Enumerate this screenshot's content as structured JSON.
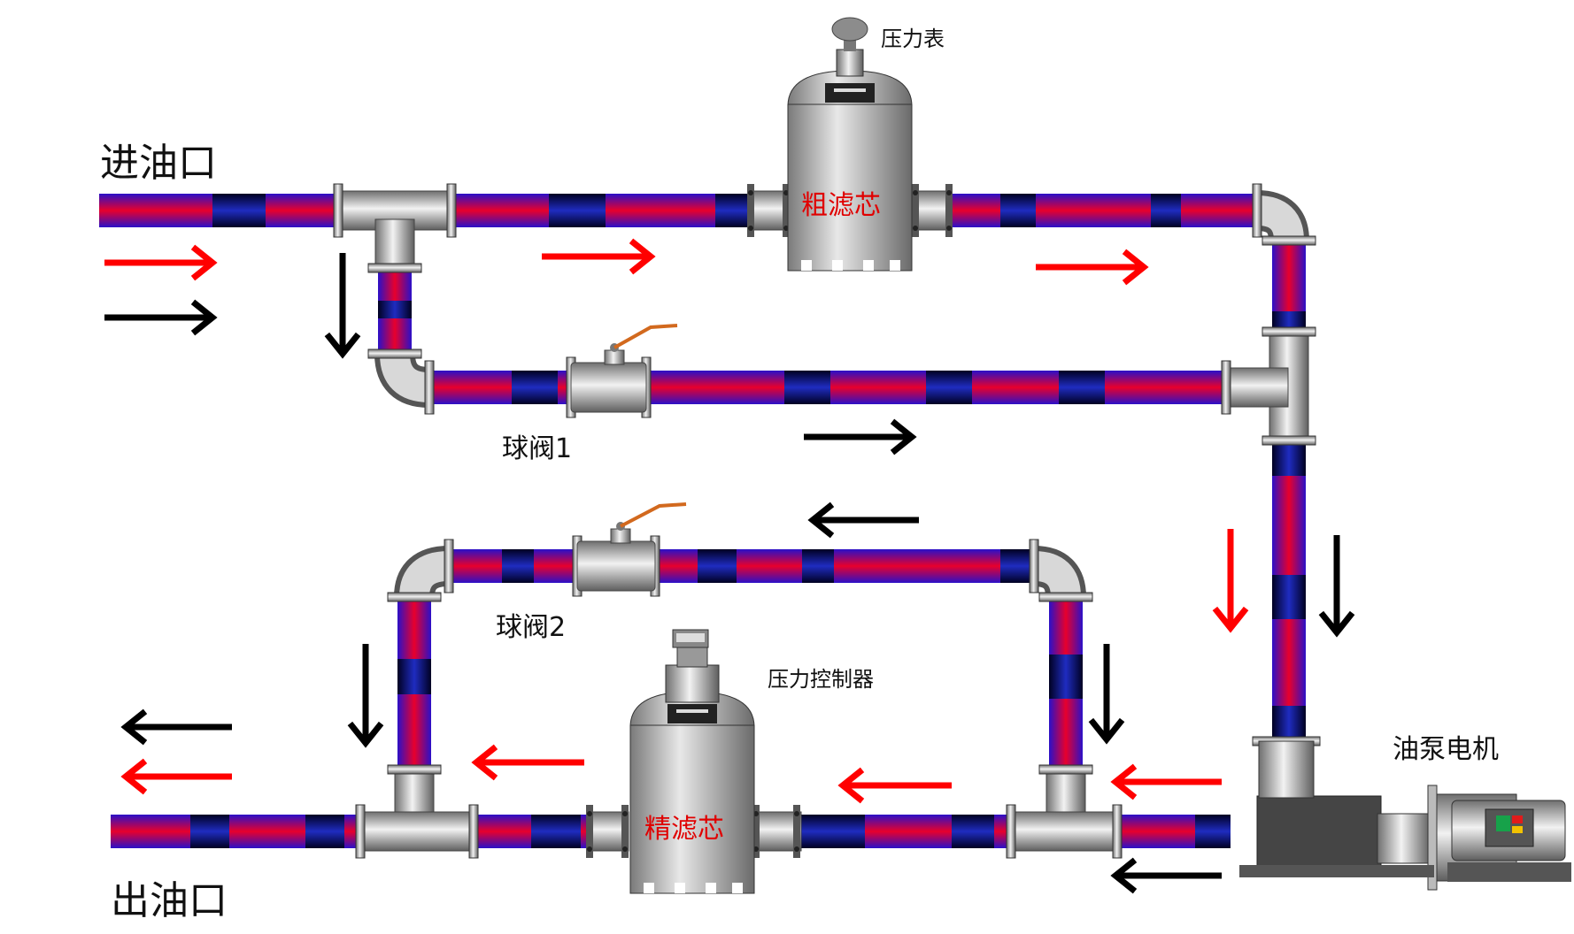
{
  "labels": {
    "inlet": "进油口",
    "outlet": "出油口",
    "coarse_filter": "粗滤芯",
    "fine_filter": "精滤芯",
    "pressure_gauge": "压力表",
    "pressure_controller": "压力控制器",
    "ball_valve_1": "球阀1",
    "ball_valve_2": "球阀2",
    "pump_motor": "油泵电机"
  },
  "colors": {
    "pipe_red": "#e8002c",
    "pipe_blue": "#1a1aa8",
    "pipe_dark_blue": "#06064a",
    "arrow_red": "#ff0000",
    "arrow_black": "#000000",
    "steel": "#c9c9c9",
    "valve_handle": "#d2691e"
  },
  "icons": {
    "arrow": "arrow-icon",
    "valve": "ball-valve-icon",
    "filter": "filter-tank-icon",
    "gauge": "pressure-gauge-icon",
    "motor": "pump-motor-icon"
  }
}
